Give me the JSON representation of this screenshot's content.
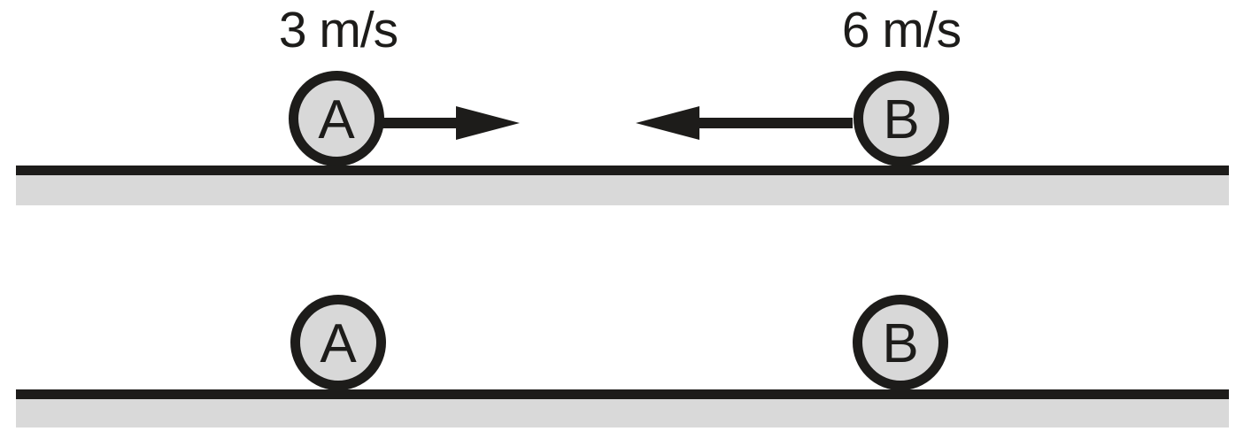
{
  "diagram": {
    "description": "Two balls on a horizontal surface shown before collision (moving toward each other) and after (at rest)",
    "top": {
      "ball_a": {
        "label": "A",
        "velocity_label": "3 m/s",
        "direction": "right"
      },
      "ball_b": {
        "label": "B",
        "velocity_label": "6 m/s",
        "direction": "left"
      }
    },
    "bottom": {
      "ball_a": {
        "label": "A"
      },
      "ball_b": {
        "label": "B"
      }
    },
    "colors": {
      "ink": "#1d1c1a",
      "ball_fill": "#d8d8d8",
      "ground_fill": "#d9d9d9",
      "background": "#ffffff"
    }
  }
}
